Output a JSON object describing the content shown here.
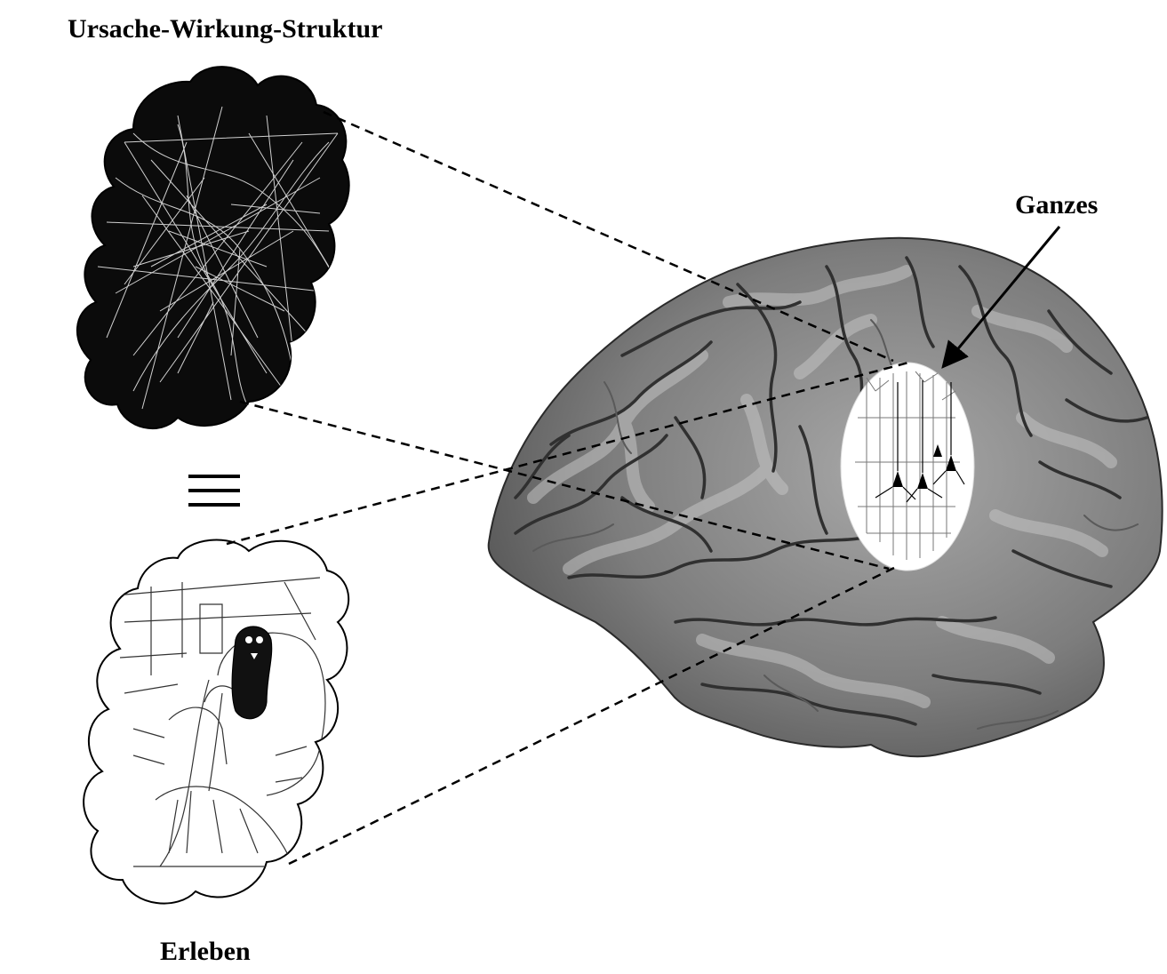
{
  "labels": {
    "top": "Ursache-Wirkung-Struktur",
    "whole": "Ganzes",
    "bottom": "Erleben"
  },
  "colors": {
    "background": "#ffffff",
    "ink": "#000000",
    "brain_fill": "#7d7d7d",
    "brain_highlight": "#b9b9b9",
    "web_bg": "#0b0b0b",
    "web_lines": "#e6e6e6"
  },
  "icons": {
    "equivalence": "triple-bar-equivalence-icon",
    "arrow": "arrow-icon"
  }
}
